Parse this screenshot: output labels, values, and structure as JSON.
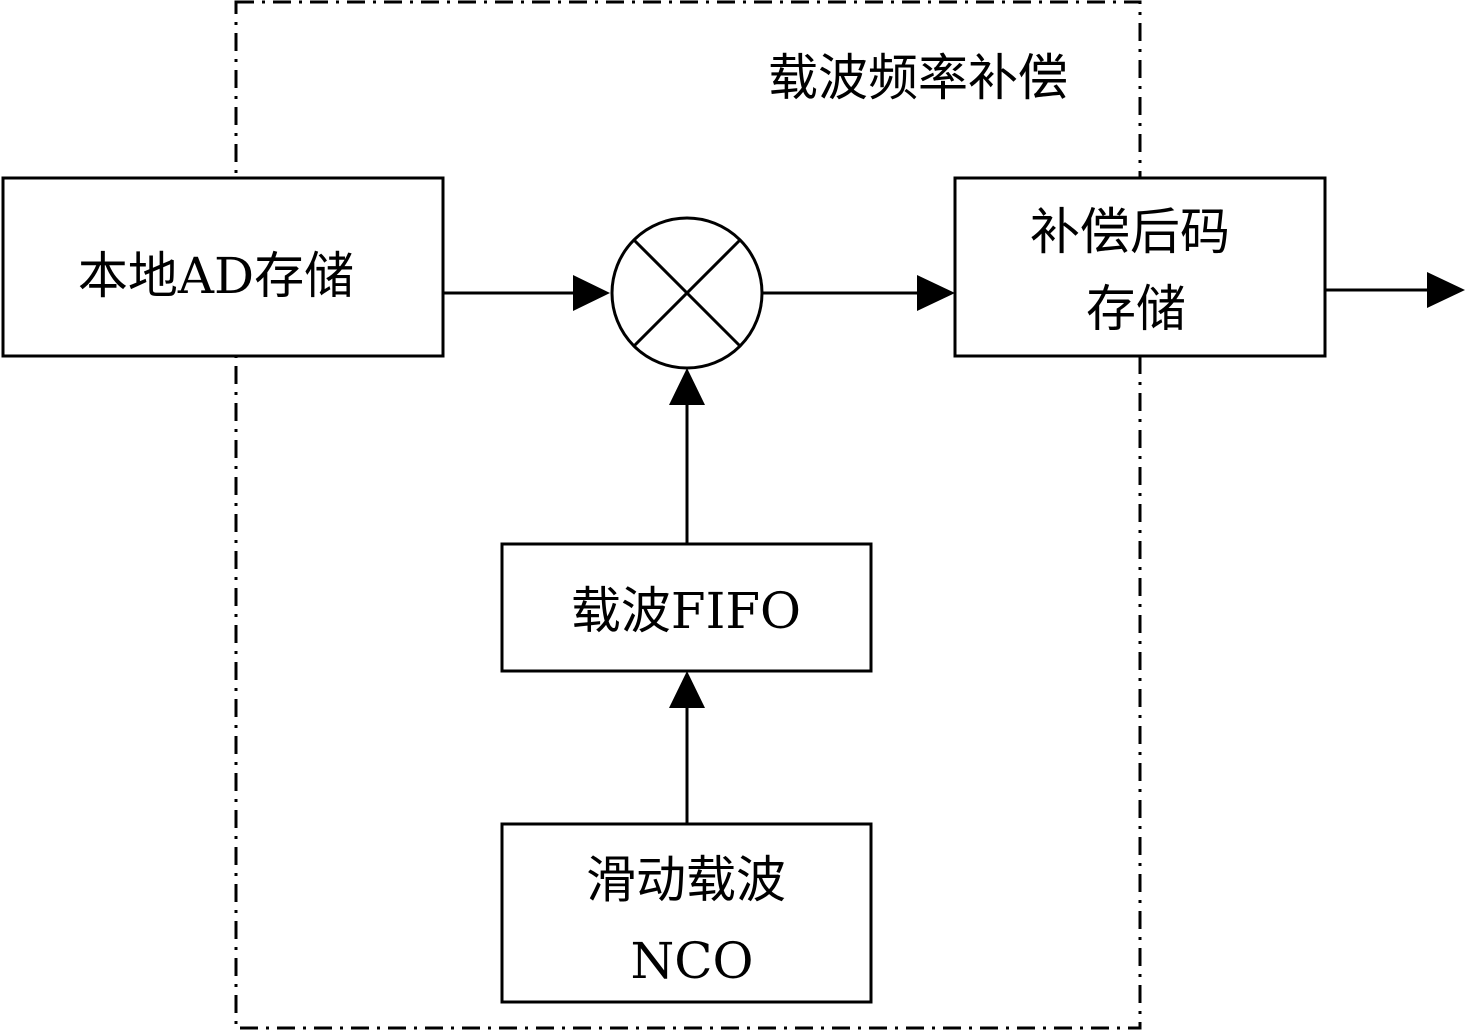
{
  "region": {
    "label": "载波频率补偿"
  },
  "blocks": {
    "local_ad_storage": {
      "label": "本地AD存储"
    },
    "mixer": {
      "symbol": "multiplier-cross"
    },
    "compensated_storage": {
      "line1": "补偿后码",
      "line2": "存储"
    },
    "carrier_fifo": {
      "label": "载波FIFO"
    },
    "sliding_carrier_nco": {
      "line1": "滑动载波",
      "line2": "NCO"
    }
  }
}
